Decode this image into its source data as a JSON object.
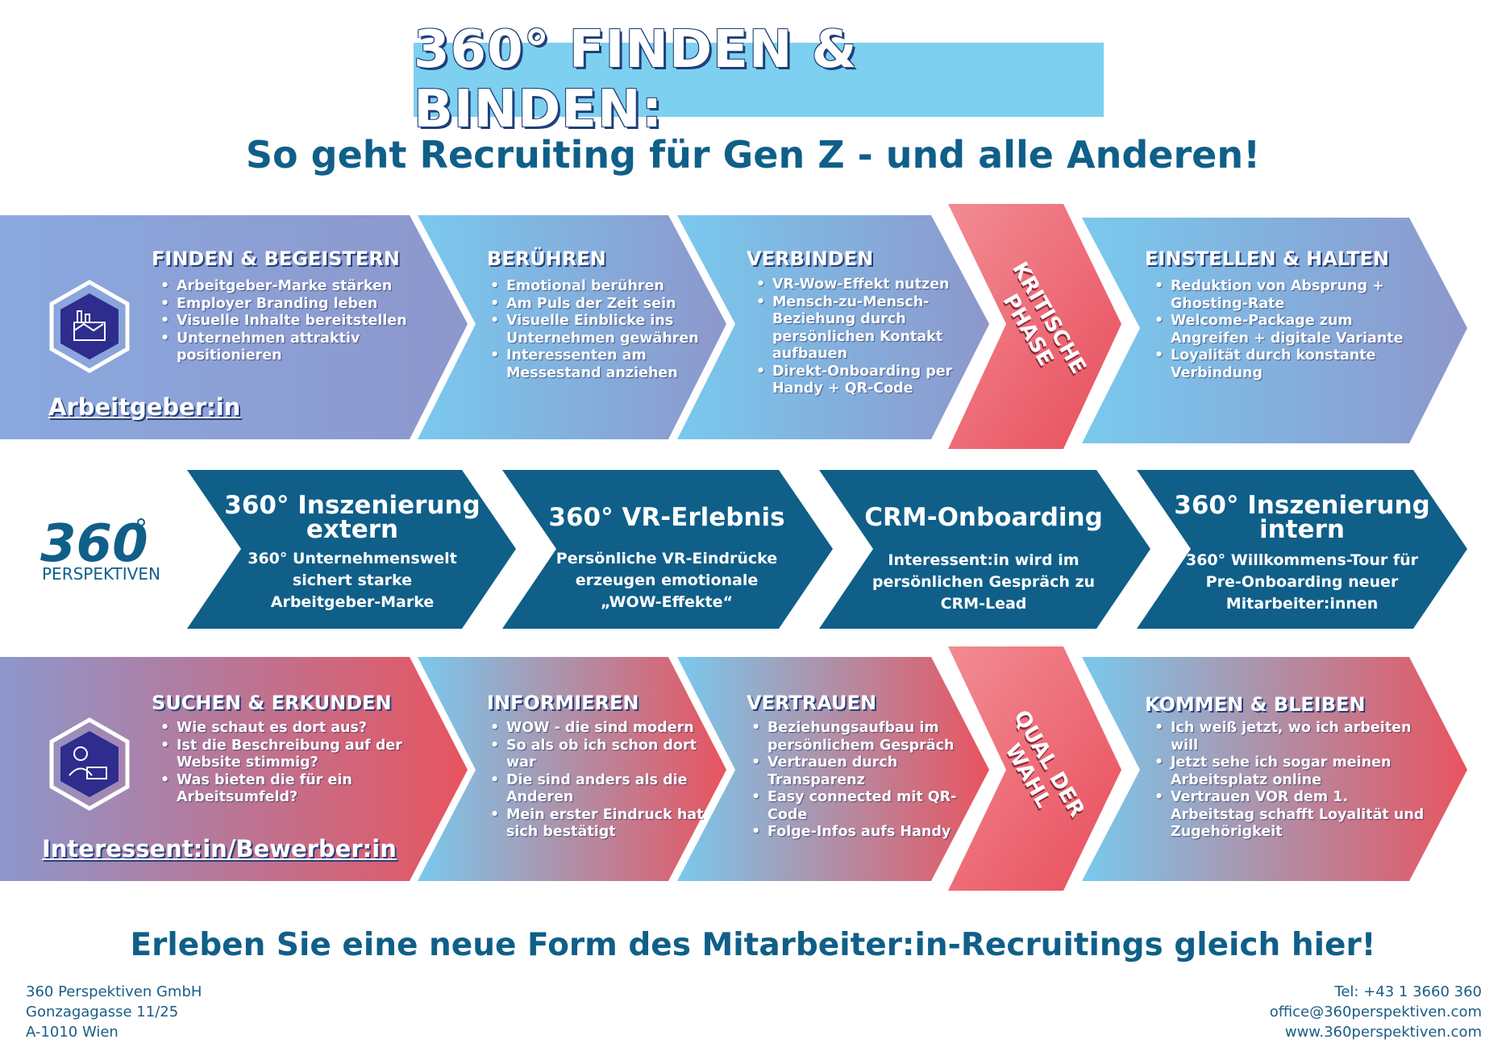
{
  "header": {
    "title": "360° FINDEN & BINDEN:",
    "subtitle": "So geht Recruiting für Gen Z - und alle Anderen!"
  },
  "colors": {
    "accent_light_blue": "#7dd0ef",
    "dark_blue": "#0f5f89",
    "crit_red": "#e8535f",
    "purple": "#8b98cd",
    "navy": "#1f3f7a"
  },
  "employer_row": {
    "side_label": "Arbeitgeber:in",
    "icon": "factory-icon",
    "phases": [
      {
        "title": "FINDEN & BEGEISTERN",
        "bullets": [
          "Arbeitgeber-Marke stärken",
          "Employer Branding leben",
          "Visuelle Inhalte bereitstellen",
          "Unternehmen attraktiv positionieren"
        ]
      },
      {
        "title": "BERÜHREN",
        "bullets": [
          "Emotional berühren",
          "Am Puls der Zeit sein",
          "Visuelle Einblicke ins Unternehmen gewähren",
          "Interessenten am Messestand anziehen"
        ]
      },
      {
        "title": "VERBINDEN",
        "bullets": [
          "VR-Wow-Effekt nutzen",
          "Mensch-zu-Mensch-Beziehung durch persönlichen Kontakt aufbauen",
          "Direkt-Onboarding per Handy + QR-Code"
        ]
      },
      {
        "title": "EINSTELLEN & HALTEN",
        "bullets": [
          "Reduktion von Absprung + Ghosting-Rate",
          "Welcome-Package zum Angreifen + digitale Variante",
          "Loyalität durch konstante Verbindung"
        ]
      }
    ],
    "critical_label": [
      "KRITISCHE",
      "PHASE"
    ]
  },
  "middle_row": {
    "logo_text": "PERSPEKTIVEN",
    "logo_mark": "360",
    "steps": [
      {
        "title": [
          "360° Inszenierung",
          "extern"
        ],
        "desc": [
          "360° Unternehmenswelt",
          "sichert starke",
          "Arbeitgeber-Marke"
        ]
      },
      {
        "title": [
          "360° VR-Erlebnis"
        ],
        "desc": [
          "Persönliche VR-Eindrücke",
          "erzeugen emotionale",
          "„WOW-Effekte“"
        ]
      },
      {
        "title": [
          "CRM-Onboarding"
        ],
        "desc": [
          "Interessent:in wird im",
          "persönlichen Gespräch zu",
          "CRM-Lead"
        ]
      },
      {
        "title": [
          "360° Inszenierung",
          "intern"
        ],
        "desc": [
          "360° Willkommens-Tour für",
          "Pre-Onboarding neuer",
          "Mitarbeiter:innen"
        ]
      }
    ]
  },
  "candidate_row": {
    "side_label": "Interessent:in/Bewerber:in",
    "icon": "person-id-icon",
    "phases": [
      {
        "title": "SUCHEN & ERKUNDEN",
        "bullets": [
          "Wie schaut es dort aus?",
          "Ist die Beschreibung auf der Website stimmig?",
          "Was bieten die für ein Arbeitsumfeld?"
        ]
      },
      {
        "title": "INFORMIEREN",
        "bullets": [
          "WOW - die sind modern",
          "So als ob ich schon dort war",
          "Die sind anders als die Anderen",
          "Mein erster Eindruck hat sich bestätigt"
        ]
      },
      {
        "title": "VERTRAUEN",
        "bullets": [
          "Beziehungsaufbau im persönlichem Gespräch",
          "Vertrauen durch Transparenz",
          "Easy connected mit QR-Code",
          "Folge-Infos aufs Handy"
        ]
      },
      {
        "title": "KOMMEN & BLEIBEN",
        "bullets": [
          "Ich weiß jetzt, wo ich arbeiten will",
          "Jetzt sehe ich sogar meinen Arbeitsplatz online",
          "Vertrauen VOR dem 1. Arbeitstag schafft Loyalität und Zugehörigkeit"
        ]
      }
    ],
    "critical_label": [
      "QUAL DER",
      "WAHL"
    ]
  },
  "footer": {
    "cta": "Erleben Sie eine neue Form des Mitarbeiter:in-Recruitings gleich hier!",
    "address": [
      "360 Perspektiven GmbH",
      "Gonzagagasse 11/25",
      "A-1010 Wien"
    ],
    "contact": [
      "Tel: +43 1 3660 360",
      "office@360perspektiven.com",
      "www.360perspektiven.com"
    ]
  }
}
